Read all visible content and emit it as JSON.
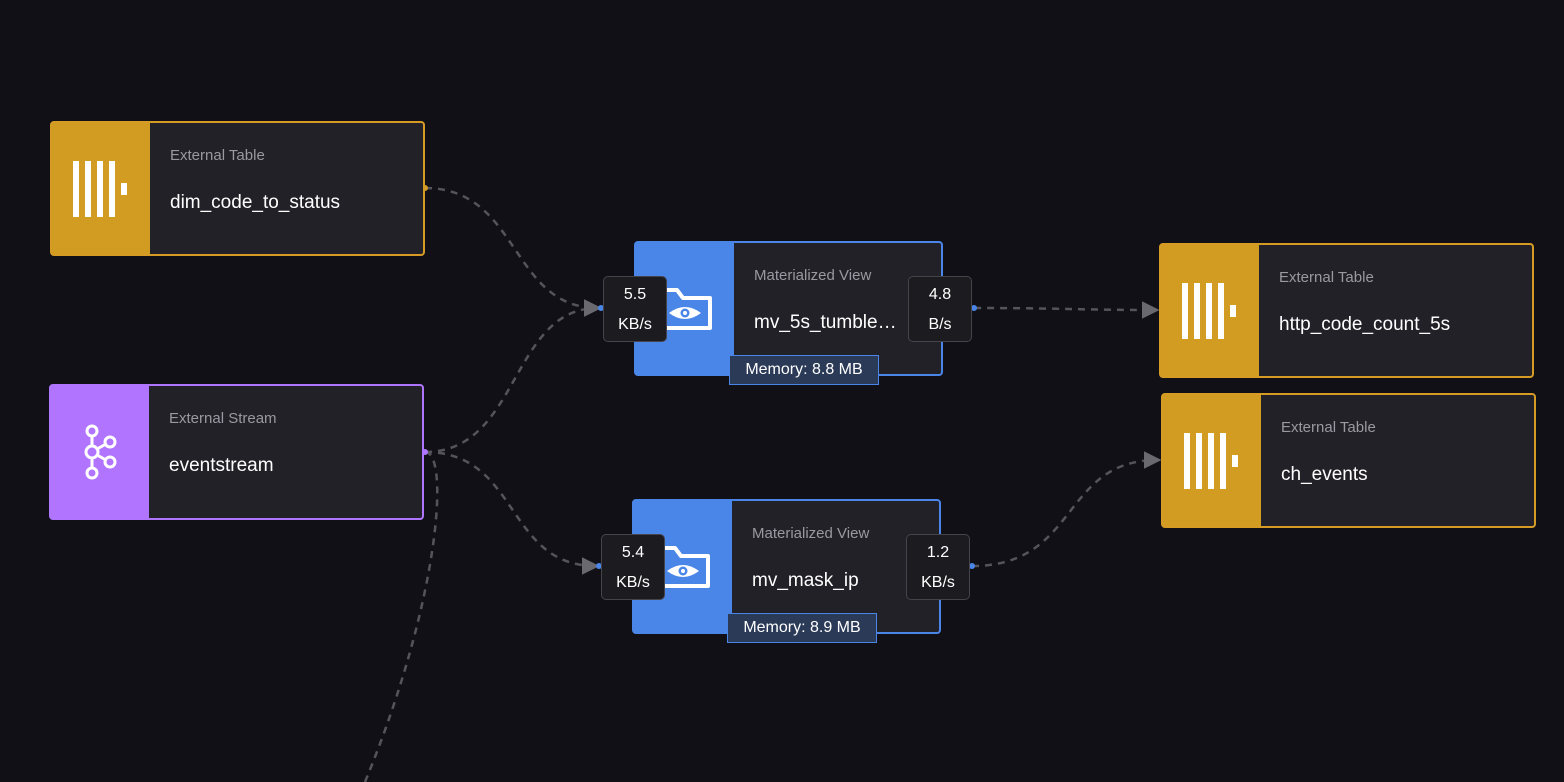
{
  "colors": {
    "background": "#121017",
    "table_accent": "#d29b22",
    "stream_accent": "#b174ff",
    "mv_accent": "#4a86e8",
    "edge": "#55545a"
  },
  "nodes": {
    "dim_code_to_status": {
      "kind": "External Table",
      "name": "dim_code_to_status",
      "icon": "clickhouse-bars-icon"
    },
    "eventstream": {
      "kind": "External Stream",
      "name": "eventstream",
      "icon": "kafka-icon"
    },
    "mv_5s_tumble": {
      "kind": "Materialized View",
      "name": "mv_5s_tumble_t...",
      "icon": "folder-eye-icon",
      "in_rate": {
        "value": "5.5",
        "unit": "KB/s"
      },
      "out_rate": {
        "value": "4.8",
        "unit": "B/s"
      },
      "memory": "Memory: 8.8 MB"
    },
    "mv_mask_ip": {
      "kind": "Materialized View",
      "name": "mv_mask_ip",
      "icon": "folder-eye-icon",
      "in_rate": {
        "value": "5.4",
        "unit": "KB/s"
      },
      "out_rate": {
        "value": "1.2",
        "unit": "KB/s"
      },
      "memory": "Memory: 8.9 MB"
    },
    "http_code_count_5s": {
      "kind": "External Table",
      "name": "http_code_count_5s",
      "icon": "clickhouse-bars-icon"
    },
    "ch_events": {
      "kind": "External Table",
      "name": "ch_events",
      "icon": "clickhouse-bars-icon"
    }
  }
}
